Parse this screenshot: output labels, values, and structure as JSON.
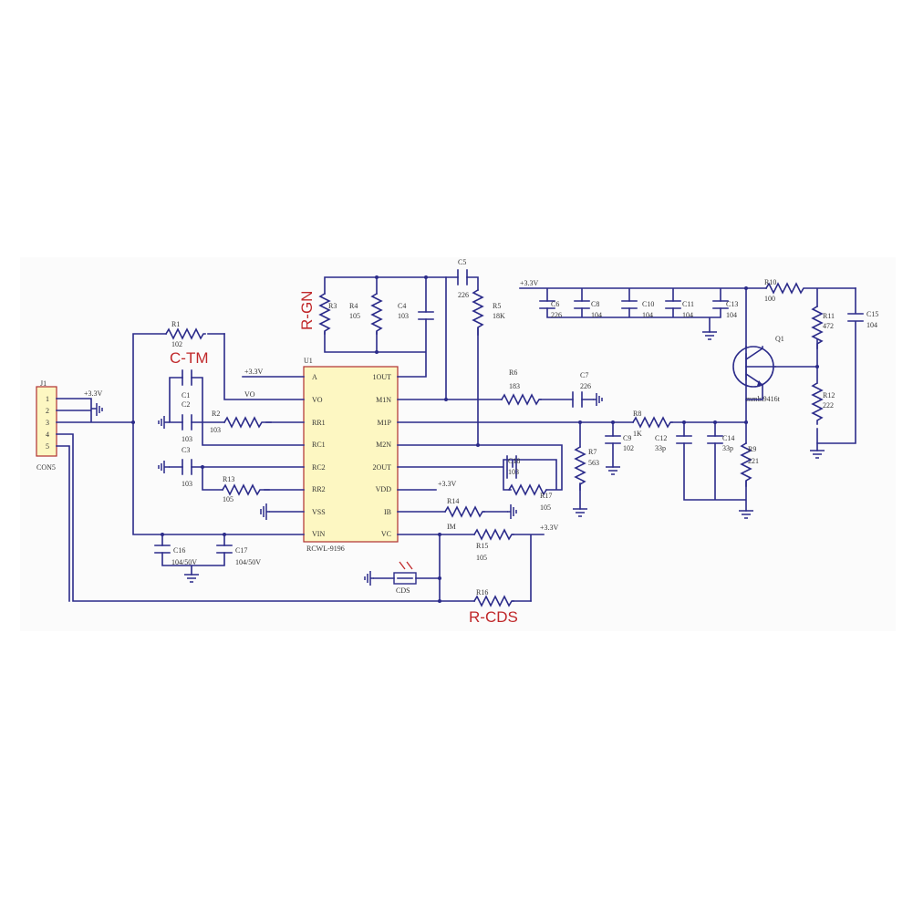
{
  "ic": {
    "ref": "U1",
    "part": "RCWL-9196",
    "left_pins": [
      "A",
      "VO",
      "RR1",
      "RC1",
      "RC2",
      "RR2",
      "VSS",
      "VIN"
    ],
    "right_pins": [
      "1OUT",
      "M1N",
      "M1P",
      "M2N",
      "2OUT",
      "VDD",
      "IB",
      "VC"
    ]
  },
  "connector": {
    "ref": "J1",
    "name": "CON5",
    "pins": [
      "1",
      "2",
      "3",
      "4",
      "5"
    ]
  },
  "annotations": {
    "ctm": "C-TM",
    "rgn": "R-GN",
    "rcds": "R-CDS"
  },
  "nets": {
    "v33": "+3.3V",
    "vo": "VO",
    "im": "IM"
  },
  "parts": {
    "r1": {
      "ref": "R1",
      "val": "102"
    },
    "r2": {
      "ref": "R2",
      "val": "103"
    },
    "r3": {
      "ref": "R3",
      "val": ""
    },
    "r4": {
      "ref": "R4",
      "val": "105"
    },
    "r5": {
      "ref": "R5",
      "val": "18K"
    },
    "r6": {
      "ref": "R6",
      "val": "183"
    },
    "r7": {
      "ref": "R7",
      "val": "563"
    },
    "r8": {
      "ref": "R8",
      "val": "1K"
    },
    "r9": {
      "ref": "R9",
      "val": "221"
    },
    "r10": {
      "ref": "R10",
      "val": "100"
    },
    "r11": {
      "ref": "R11",
      "val": "472"
    },
    "r12": {
      "ref": "R12",
      "val": "222"
    },
    "r13": {
      "ref": "R13",
      "val": "105"
    },
    "r14": {
      "ref": "R14",
      "val": ""
    },
    "r15": {
      "ref": "R15",
      "val": "105"
    },
    "r16": {
      "ref": "R16",
      "val": ""
    },
    "r17": {
      "ref": "R17",
      "val": "105"
    },
    "c1": {
      "ref": "C1",
      "val": ""
    },
    "c2": {
      "ref": "C2",
      "val": "103"
    },
    "c3": {
      "ref": "C3",
      "val": "103"
    },
    "c4": {
      "ref": "C4",
      "val": "103"
    },
    "c5": {
      "ref": "C5",
      "val": "226"
    },
    "c6": {
      "ref": "C6",
      "val": "226"
    },
    "c7": {
      "ref": "C7",
      "val": "226"
    },
    "c8": {
      "ref": "C8",
      "val": "104"
    },
    "c9": {
      "ref": "C9",
      "val": "102"
    },
    "c10": {
      "ref": "C10",
      "val": "104"
    },
    "c11": {
      "ref": "C11",
      "val": "104"
    },
    "c12": {
      "ref": "C12",
      "val": "33p"
    },
    "c13": {
      "ref": "C13",
      "val": "104"
    },
    "c14": {
      "ref": "C14",
      "val": "33p"
    },
    "c15": {
      "ref": "C15",
      "val": "104"
    },
    "c16": {
      "ref": "C16",
      "val": "104/50V"
    },
    "c17": {
      "ref": "C17",
      "val": "104/50V"
    },
    "c18": {
      "ref": "C18",
      "val": "103"
    },
    "q1": {
      "ref": "Q1",
      "val": "mmbt9416t"
    },
    "cds": {
      "ref": "CDS",
      "val": ""
    }
  }
}
